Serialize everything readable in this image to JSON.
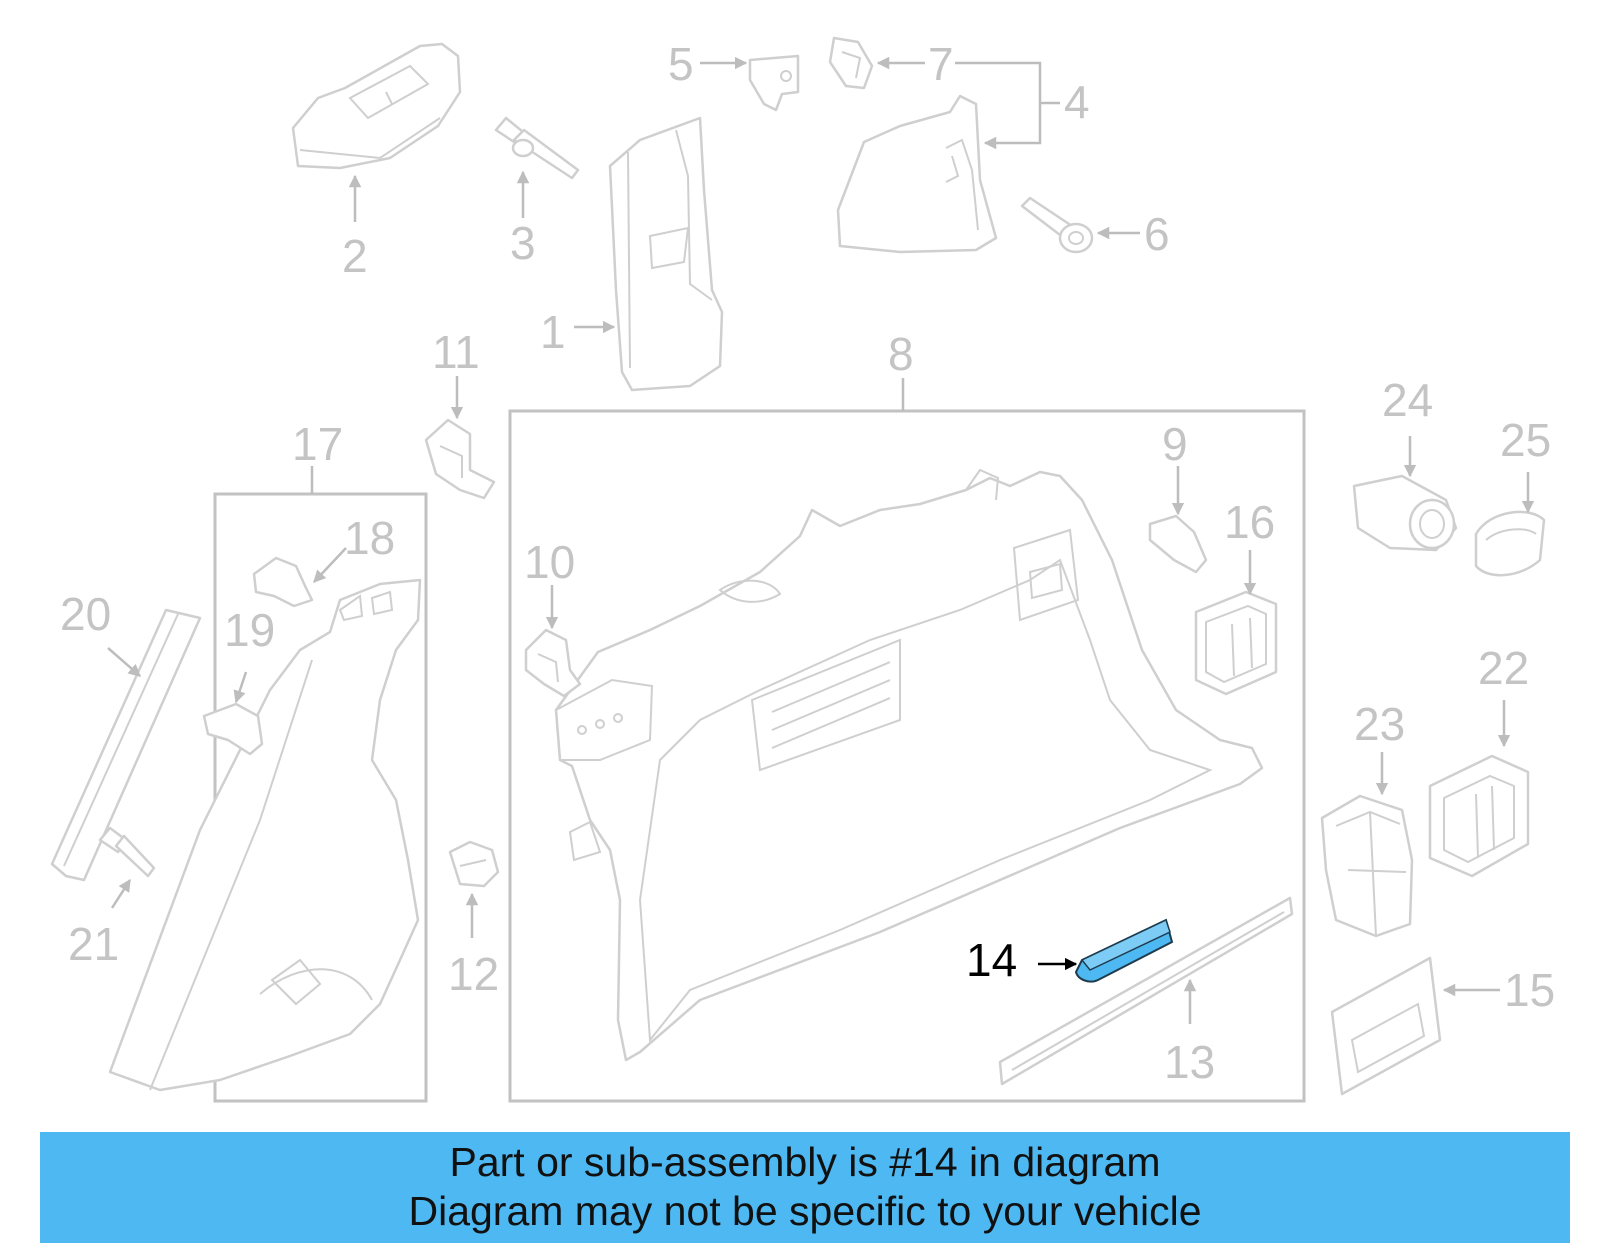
{
  "diagram": {
    "callouts": [
      {
        "id": "1",
        "label": "1"
      },
      {
        "id": "2",
        "label": "2"
      },
      {
        "id": "3",
        "label": "3"
      },
      {
        "id": "4",
        "label": "4"
      },
      {
        "id": "5",
        "label": "5"
      },
      {
        "id": "6",
        "label": "6"
      },
      {
        "id": "7",
        "label": "7"
      },
      {
        "id": "8",
        "label": "8"
      },
      {
        "id": "9",
        "label": "9"
      },
      {
        "id": "10",
        "label": "10"
      },
      {
        "id": "11",
        "label": "11"
      },
      {
        "id": "12",
        "label": "12"
      },
      {
        "id": "13",
        "label": "13"
      },
      {
        "id": "14",
        "label": "14"
      },
      {
        "id": "15",
        "label": "15"
      },
      {
        "id": "16",
        "label": "16"
      },
      {
        "id": "17",
        "label": "17"
      },
      {
        "id": "18",
        "label": "18"
      },
      {
        "id": "19",
        "label": "19"
      },
      {
        "id": "20",
        "label": "20"
      },
      {
        "id": "21",
        "label": "21"
      },
      {
        "id": "22",
        "label": "22"
      },
      {
        "id": "23",
        "label": "23"
      },
      {
        "id": "24",
        "label": "24"
      },
      {
        "id": "25",
        "label": "25"
      }
    ],
    "highlighted_part": "14",
    "highlight_color": "#4db8f1",
    "line_color": "#c4c4c4"
  },
  "banner": {
    "line1": "Part or sub-assembly is #14 in diagram",
    "line2": "Diagram may not be specific to your vehicle",
    "background": "#4db8f1"
  }
}
